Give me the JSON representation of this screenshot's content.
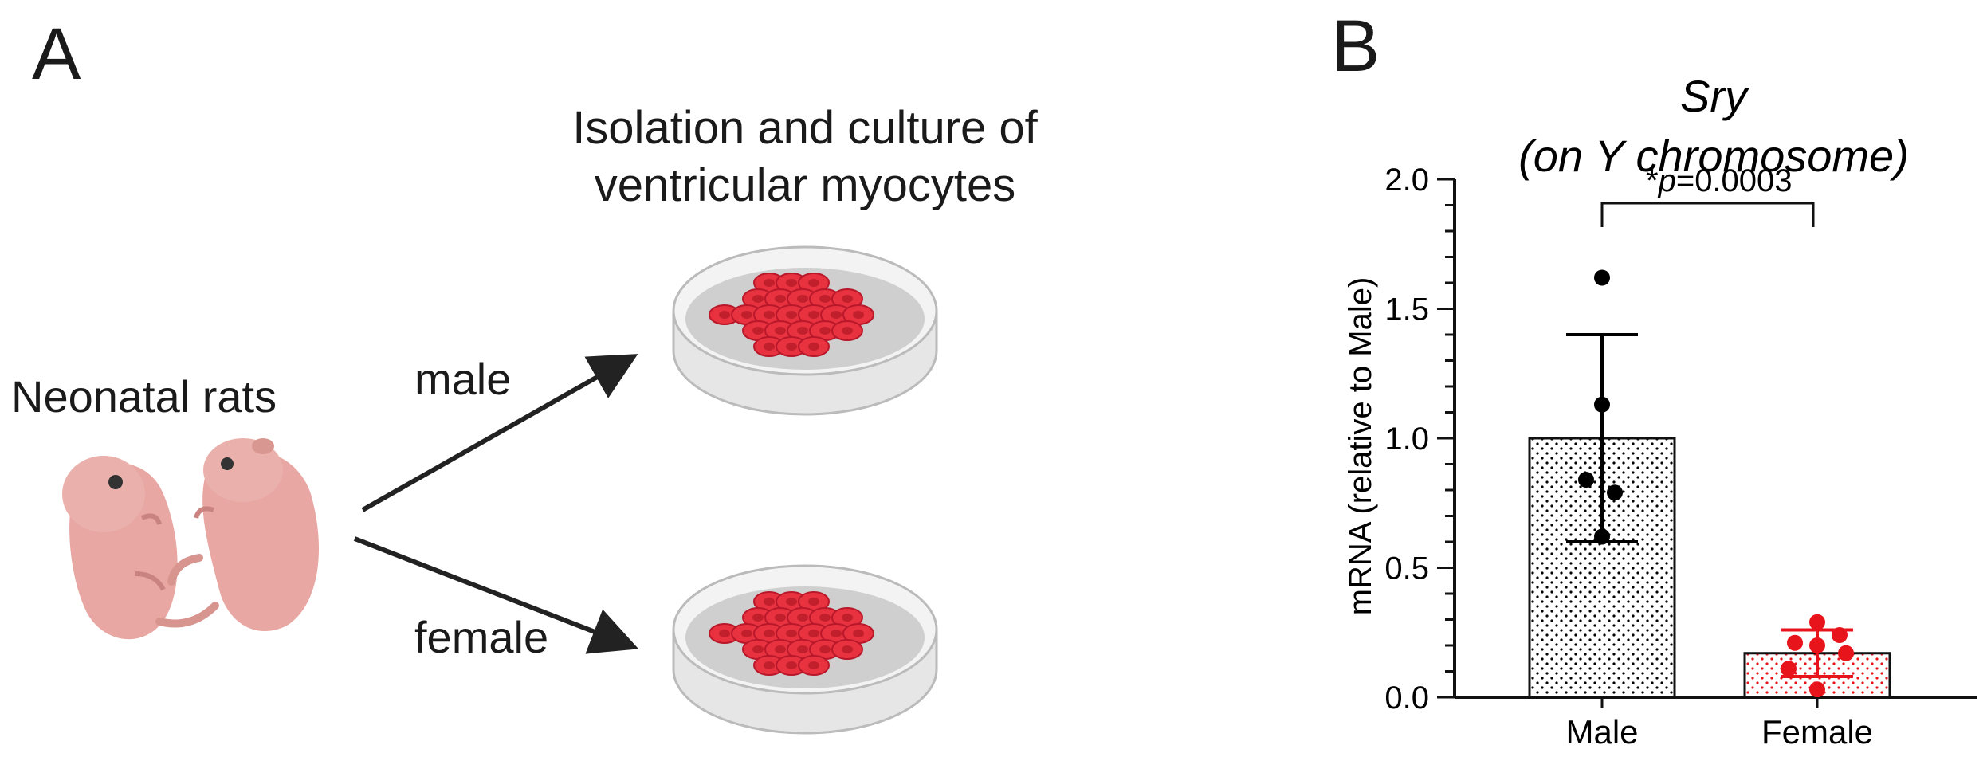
{
  "panel_a": {
    "letter": "A",
    "source_label": "Neonatal rats",
    "culture_title_line1": "Isolation and culture of",
    "culture_title_line2": "ventricular myocytes",
    "branch_male": "male",
    "branch_female": "female",
    "colors": {
      "rat_body": "#e8a7a2",
      "rat_shadow": "#c98482",
      "cell": "#e8323f",
      "cell_core": "#c21f2c",
      "dish": "#d9d9d9"
    }
  },
  "panel_b": {
    "letter": "B",
    "title_line1": "Sry",
    "title_line2": "(on Y chromosome)",
    "ylabel": "mRNA  (relative to Male)",
    "significance_prefix": "*",
    "significance_p": "p",
    "significance_value": "=0.0003"
  },
  "chart_data": {
    "type": "bar",
    "title": "Sry (on Y chromosome)",
    "xlabel": "",
    "ylabel": "mRNA  (relative to Male)",
    "categories": [
      "Male",
      "Female"
    ],
    "values": [
      1.0,
      0.17
    ],
    "error_sd": [
      0.4,
      0.09
    ],
    "ylim": [
      0,
      2.0
    ],
    "yticks": [
      "0.0",
      "0.5",
      "1.0",
      "1.5",
      "2.0"
    ],
    "points": [
      [
        1.62,
        1.13,
        0.84,
        0.79,
        0.62
      ],
      [
        0.29,
        0.24,
        0.21,
        0.2,
        0.17,
        0.11,
        0.03
      ]
    ],
    "colors": [
      "#000000",
      "#e8141c"
    ],
    "grid": false,
    "annotation": "*p=0.0003"
  }
}
